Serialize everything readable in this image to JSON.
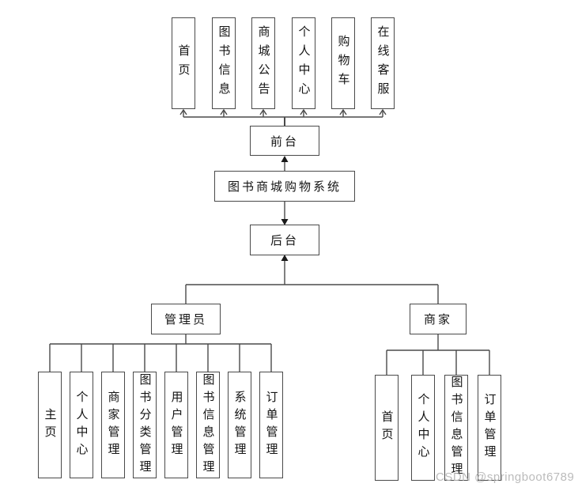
{
  "system": {
    "label": "图书商城购物系统"
  },
  "front": {
    "label": "前台"
  },
  "back": {
    "label": "后台"
  },
  "front_modules": [
    "首页",
    "图书信息",
    "商城公告",
    "个人中心",
    "购物车",
    "在线客服"
  ],
  "admin": {
    "label": "管理员"
  },
  "admin_modules": [
    "主页",
    "个人中心",
    "商家管理",
    "图书分类管理",
    "用户管理",
    "图书信息管理",
    "系统管理",
    "订单管理"
  ],
  "merchant": {
    "label": "商家"
  },
  "merchant_modules": [
    "首页",
    "个人中心",
    "图书信息管理",
    "订单管理"
  ],
  "watermark": "CSDN @springboot6789",
  "colors": {
    "line": "#4a4a4a",
    "text": "#141414",
    "watermark": "#b2b2b2"
  }
}
